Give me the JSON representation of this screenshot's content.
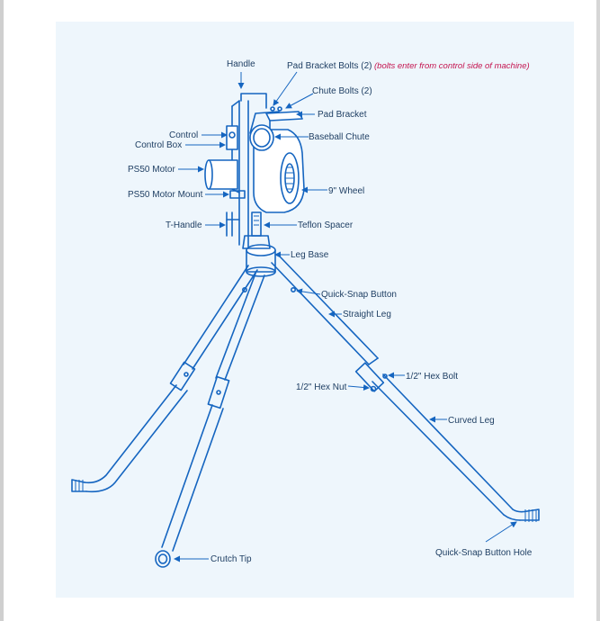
{
  "labels": {
    "handle": "Handle",
    "pad_bracket_bolts": "Pad Bracket Bolts (2)",
    "pad_bracket_bolts_note": "(bolts enter from control side of machine)",
    "chute_bolts": "Chute Bolts (2)",
    "pad_bracket": "Pad Bracket",
    "control": "Control",
    "control_box": "Control Box",
    "baseball_chute": "Baseball Chute",
    "ps50_motor": "PS50 Motor",
    "wheel": "9\" Wheel",
    "ps50_motor_mount": "PS50 Motor Mount",
    "t_handle": "T-Handle",
    "teflon_spacer": "Teflon Spacer",
    "leg_base": "Leg Base",
    "quick_snap_button": "Quick-Snap Button",
    "straight_leg": "Straight Leg",
    "hex_bolt": "1/2\" Hex Bolt",
    "hex_nut": "1/2\" Hex Nut",
    "curved_leg": "Curved Leg",
    "crutch_tip": "Crutch Tip",
    "quick_snap_button_hole": "Quick-Snap Button Hole"
  },
  "colors": {
    "line": "#1565c0",
    "label_text": "#1f3f63",
    "note_text": "#c4144f",
    "panel_background": "#eef6fc"
  }
}
